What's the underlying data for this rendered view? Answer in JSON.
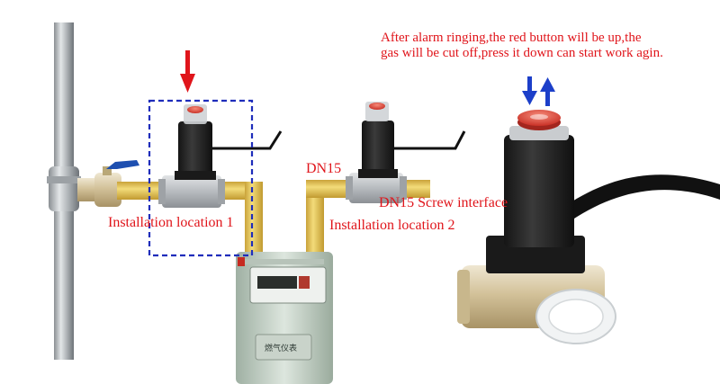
{
  "annotations": {
    "notice_line_1": "After alarm ringing,the red button will be up,the",
    "notice_line_2": "gas will be cut off,press it down can start work agin.",
    "dn15_label": "DN15",
    "screw_interface_label": "DN15 Screw interface",
    "location_1_label": "Installation location 1",
    "location_2_label": "Installation location 2"
  },
  "gas_meter": {
    "caption": "燃气仪表"
  },
  "icons": [
    "down-arrow-icon",
    "up-down-arrows-icon"
  ],
  "colors": {
    "annotation_text": "#e0151b",
    "marker_arrow_red": "#e0151b",
    "marker_arrow_blue": "#1c3fc9",
    "dashed_frame": "#1f2dbb",
    "yellow_hose": "#e8c54a",
    "valve_button": "#e23c2f"
  }
}
